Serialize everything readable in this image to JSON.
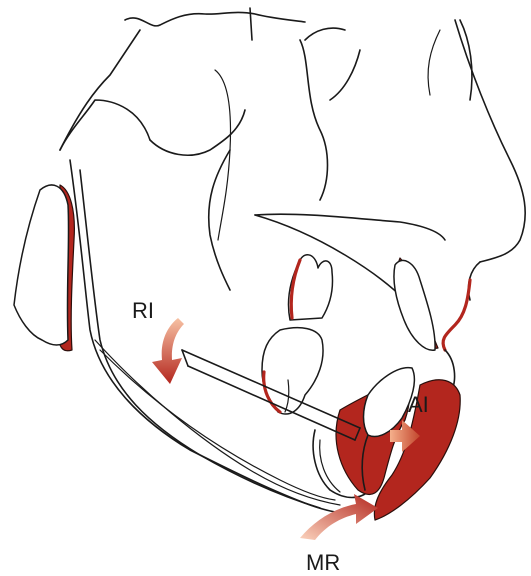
{
  "labels": {
    "ri": "RI",
    "ai": "AI",
    "mr": "MR"
  },
  "colors": {
    "line": "#1a1a1a",
    "accent": "#b3261e",
    "arrow_light": "#f2a27a",
    "arrow_dark": "#b3261e"
  }
}
